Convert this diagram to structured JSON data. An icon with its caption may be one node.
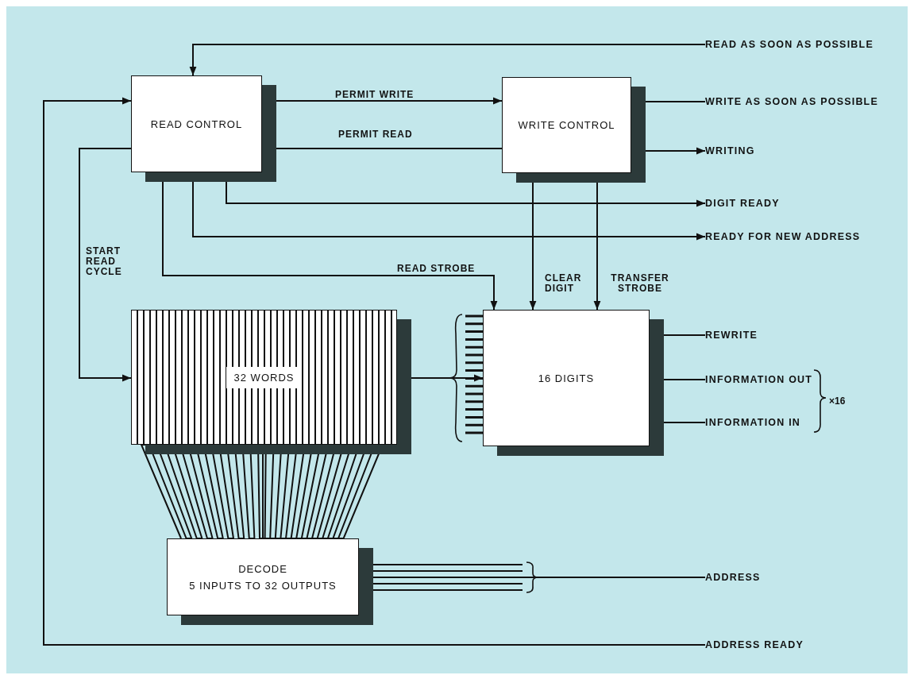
{
  "diagram": {
    "nodes": [
      {
        "text": [
          "READ CONTROL"
        ]
      },
      {
        "text": [
          "WRITE CONTROL"
        ]
      },
      {
        "text": [
          "32 WORDS"
        ]
      },
      {
        "text": [
          "16 DIGITS"
        ]
      },
      {
        "text": [
          "DECODE",
          "5 INPUTS TO 32 OUTPUTS"
        ]
      },
      {
        "text": [
          "READ AS SOON AS POSSIBLE"
        ]
      },
      {
        "text": [
          "WRITE AS SOON AS POSSIBLE"
        ]
      },
      {
        "text": [
          "WRITING"
        ]
      },
      {
        "text": [
          "DIGIT READY"
        ]
      },
      {
        "text": [
          "READY FOR NEW ADDRESS"
        ]
      },
      {
        "text": [
          "REWRITE"
        ]
      },
      {
        "text": [
          "INFORMATION OUT"
        ]
      },
      {
        "text": [
          "INFORMATION IN"
        ]
      },
      {
        "text": [
          "ADDRESS"
        ]
      },
      {
        "text": [
          "ADDRESS READY"
        ]
      }
    ],
    "edges": [
      {
        "from": 5,
        "to": 0,
        "arrow": "to"
      },
      {
        "from": 0,
        "to": 1,
        "arrow": "to",
        "label": "PERMIT WRITE"
      },
      {
        "from": 1,
        "to": 0,
        "arrow": "to",
        "label": "PERMIT READ"
      },
      {
        "from": 6,
        "to": 1,
        "arrow": "to"
      },
      {
        "from": 1,
        "to": 7,
        "arrow": "to"
      },
      {
        "from": 0,
        "to": 8,
        "arrow": "to"
      },
      {
        "from": 0,
        "to": 9,
        "arrow": "to"
      },
      {
        "from": 0,
        "to": 3,
        "arrow": "to",
        "label": "READ STROBE"
      },
      {
        "from": 1,
        "to": 3,
        "arrow": "to",
        "label": "CLEAR DIGIT"
      },
      {
        "from": 1,
        "to": 3,
        "arrow": "to",
        "label": "TRANSFER STROBE"
      },
      {
        "from": 0,
        "to": 2,
        "arrow": "to",
        "label": "START READ CYCLE"
      },
      {
        "from": 14,
        "to": 0,
        "arrow": "to"
      },
      {
        "from": 2,
        "to": 3,
        "arrow": "both"
      },
      {
        "from": 4,
        "to": 2,
        "arrow": "to"
      },
      {
        "from": 13,
        "to": 4,
        "arrow": "to"
      },
      {
        "from": 3,
        "to": 10,
        "arrow": "none"
      },
      {
        "from": 3,
        "to": 11,
        "arrow": "none"
      },
      {
        "from": 3,
        "to": 12,
        "arrow": "none"
      }
    ],
    "labels": [
      "×16"
    ]
  }
}
